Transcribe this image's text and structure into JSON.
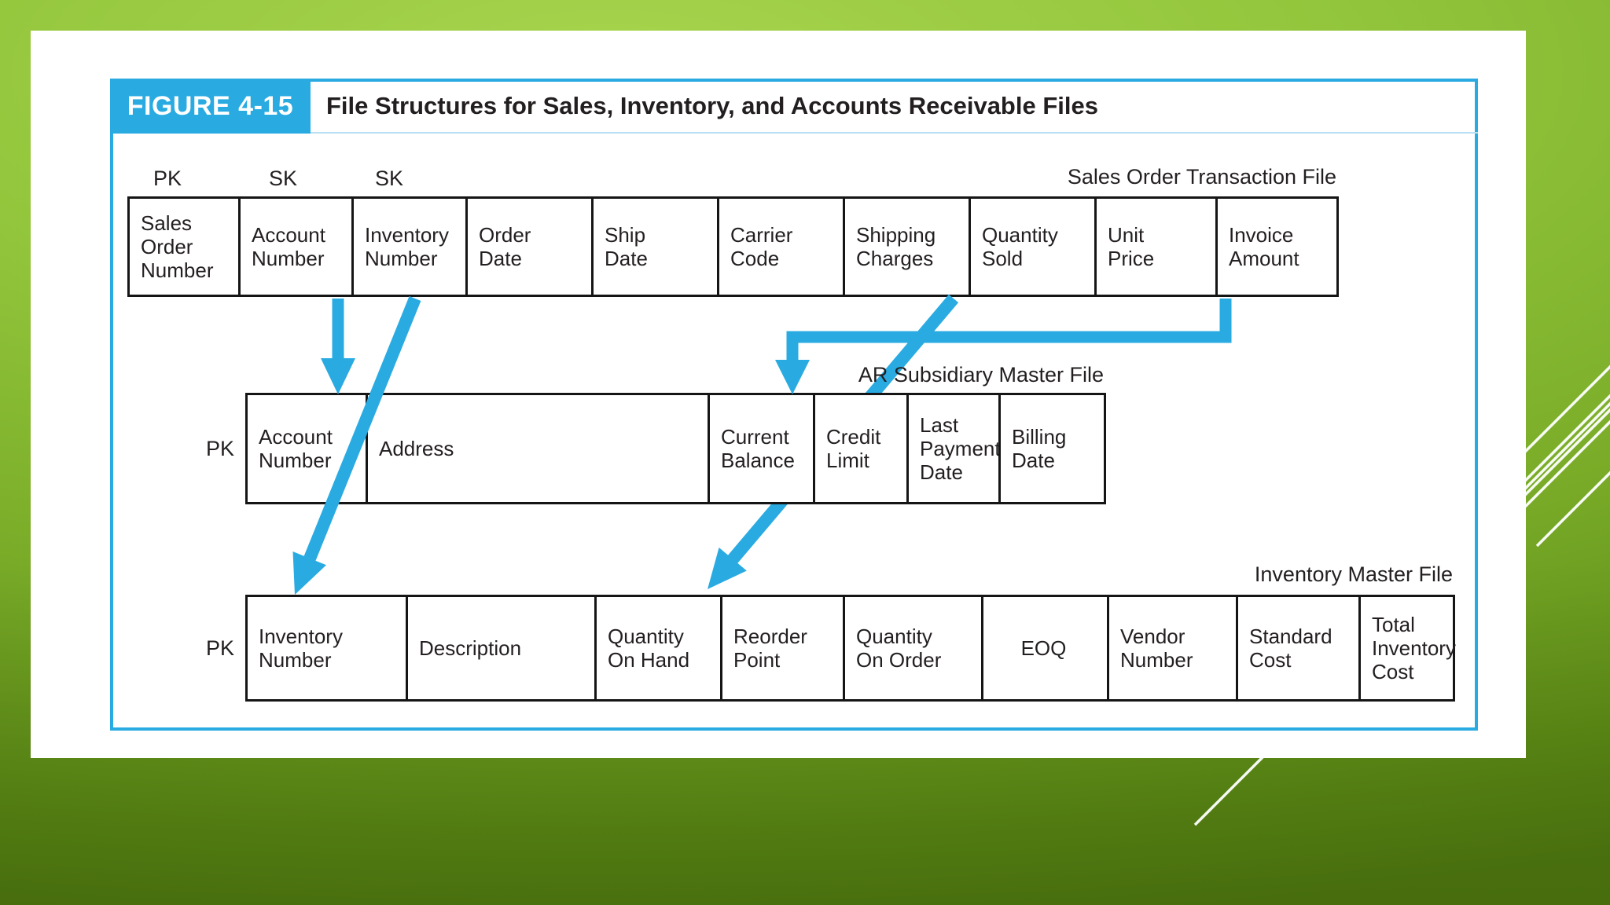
{
  "figure": {
    "label": "FIGURE 4-15",
    "title": "File Structures for Sales, Inventory, and Accounts Receivable Files"
  },
  "key_labels": {
    "sales_pk": "PK",
    "sales_sk1": "SK",
    "sales_sk2": "SK",
    "ar_pk": "PK",
    "inventory_pk": "PK"
  },
  "files": {
    "sales": {
      "name": "Sales Order Transaction File",
      "fields": [
        "Sales Order Number",
        "Account Number",
        "Inventory Number",
        "Order Date",
        "Ship Date",
        "Carrier Code",
        "Shipping Charges",
        "Quantity Sold",
        "Unit Price",
        "Invoice Amount"
      ]
    },
    "ar": {
      "name": "AR Subsidiary Master File",
      "fields": [
        "Account Number",
        "Address",
        "Current Balance",
        "Credit Limit",
        "Last Payment Date",
        "Billing Date"
      ]
    },
    "inventory": {
      "name": "Inventory Master File",
      "fields": [
        "Inventory Number",
        "Description",
        "Quantity On Hand",
        "Reorder Point",
        "Quantity On Order",
        "EOQ",
        "Vendor Number",
        "Standard Cost",
        "Total Inventory Cost"
      ]
    }
  },
  "arrows": [
    {
      "from": "Account Number (Sales Order Transaction File)",
      "to": "Account Number (AR Subsidiary Master File)"
    },
    {
      "from": "Inventory Number (Sales Order Transaction File)",
      "to": "Inventory Number (Inventory Master File)"
    },
    {
      "from": "Invoice Amount (Sales Order Transaction File)",
      "to": "Current Balance (AR Subsidiary Master File)"
    },
    {
      "from": "Quantity Sold (Sales Order Transaction File)",
      "to": "Quantity On Hand (Inventory Master File)"
    }
  ],
  "colors": {
    "accent_blue": "#29abe2",
    "text_dark": "#231f20",
    "border_black": "#151515",
    "slide_white": "#ffffff"
  }
}
